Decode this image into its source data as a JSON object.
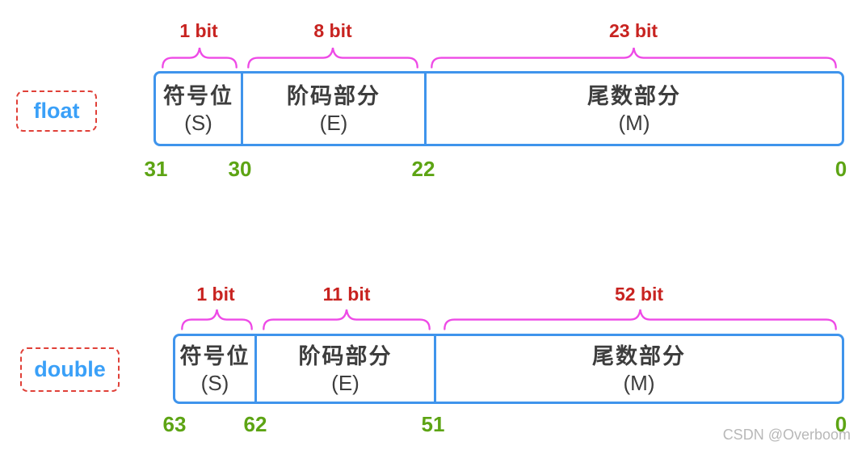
{
  "colors": {
    "box_border_blue": "#3f94ec",
    "type_label_text_blue": "#3aa0f8",
    "type_label_border_red": "#e04038",
    "bit_count_red": "#c82320",
    "brace_magenta": "#ee4ae6",
    "bit_index_green": "#5da414",
    "cell_text_dark": "#3d3d3d",
    "watermark_gray": "#b8b8b8",
    "background": "#ffffff"
  },
  "float_diagram": {
    "type_label": "float",
    "bit_counts": [
      "1 bit",
      "8 bit",
      "23 bit"
    ],
    "cells": [
      {
        "name": "符号位",
        "abbr": "(S)"
      },
      {
        "name": "阶码部分",
        "abbr": "(E)"
      },
      {
        "name": "尾数部分",
        "abbr": "(M)"
      }
    ],
    "bit_indices": [
      "31",
      "30",
      "22",
      "0"
    ]
  },
  "double_diagram": {
    "type_label": "double",
    "bit_counts": [
      "1 bit",
      "11 bit",
      "52 bit"
    ],
    "cells": [
      {
        "name": "符号位",
        "abbr": "(S)"
      },
      {
        "name": "阶码部分",
        "abbr": "(E)"
      },
      {
        "name": "尾数部分",
        "abbr": "(M)"
      }
    ],
    "bit_indices": [
      "63",
      "62",
      "51",
      "0"
    ]
  },
  "watermark": "CSDN @Overboom"
}
